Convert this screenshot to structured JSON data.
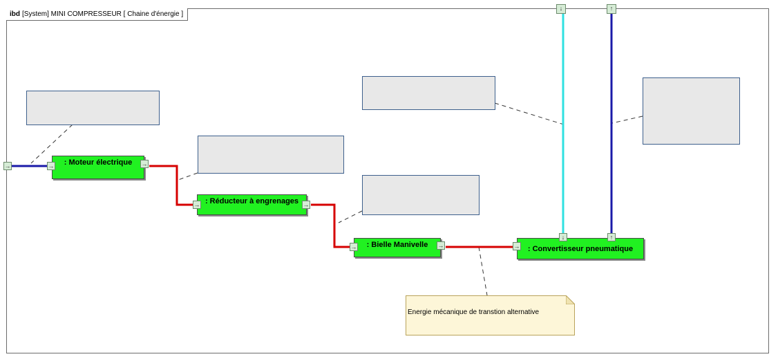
{
  "frame": {
    "kind": "ibd",
    "title": "[System] MINI COMPRESSEUR [ Chaine d'énergie ]"
  },
  "blocks": {
    "moteur": ": Moteur électrique",
    "reducteur": ": Réducteur à engrenages",
    "bielle": ": Bielle Manivelle",
    "convertisseur": ": Convertisseur pneumatique"
  },
  "note": {
    "text": "Energie mécanique de transtion alternative"
  },
  "ports": {
    "in_arrow": "→",
    "down_arrow": "↓",
    "up_arrow": "↑"
  },
  "colors": {
    "block_fill": "#21f121",
    "flow_red": "#d60000",
    "flow_blue": "#1a1aa8",
    "flow_cyan": "#2fe0e0",
    "note_fill": "#fdf6d8"
  }
}
